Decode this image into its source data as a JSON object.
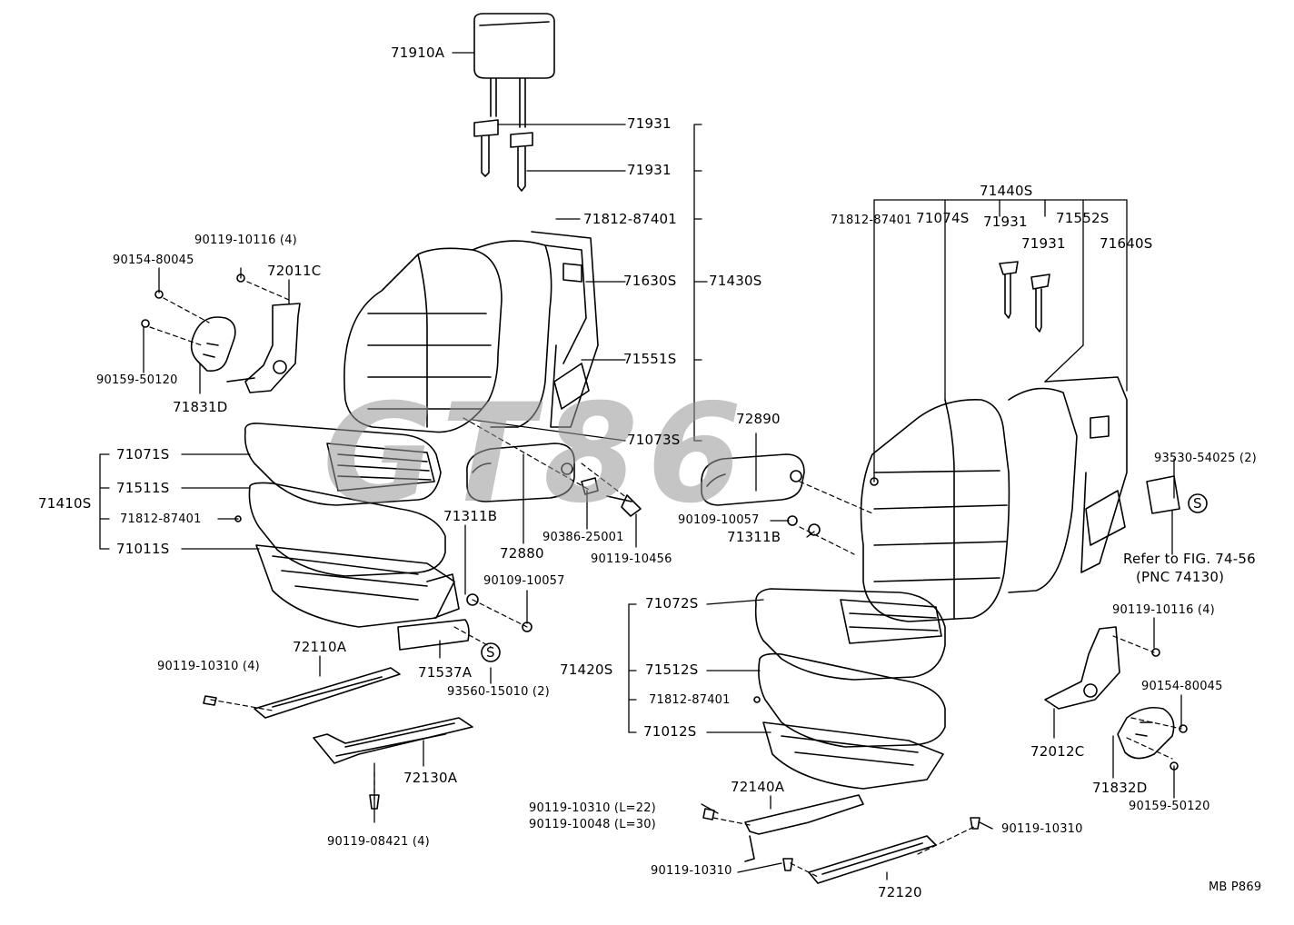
{
  "title": "",
  "labels": {
    "p71910A": "71910A",
    "p71931_a": "71931",
    "p71931_b": "71931",
    "p71812_87401_a": "71812-87401",
    "p71630S": "71630S",
    "p71430S": "71430S",
    "p71551S": "71551S",
    "p71073S": "71073S",
    "p90119_10116_l": "90119-10116 (4)",
    "p90154_80045_l": "90154-80045",
    "p72011C": "72011C",
    "p90159_50120_l": "90159-50120",
    "p71831D": "71831D",
    "p71071S": "71071S",
    "p71511S": "71511S",
    "p71410S": "71410S",
    "p71812_87401_b": "71812-87401",
    "p71011S": "71011S",
    "p71311B_l": "71311B",
    "p72880": "72880",
    "p90386_25001": "90386-25001",
    "p90119_10456": "90119-10456",
    "p90109_10057_l": "90109-10057",
    "p72110A": "72110A",
    "p90119_10310_4": "90119-10310 (4)",
    "p71537A": "71537A",
    "p93560_15010": "93560-15010 (2)",
    "p72130A": "72130A",
    "p90119_08421": "90119-08421 (4)",
    "p71440S": "71440S",
    "p71812_87401_c": "71812-87401",
    "p71074S": "71074S",
    "p71931_c": "71931",
    "p71931_d": "71931",
    "p71552S": "71552S",
    "p71640S": "71640S",
    "p72890": "72890",
    "p90109_10057_r": "90109-10057",
    "p71311B_r": "71311B",
    "p93530_54025": "93530-54025 (2)",
    "refer_line1": "Refer to FIG. 74-56",
    "refer_line2": "(PNC 74130)",
    "p71072S": "71072S",
    "p71420S": "71420S",
    "p71512S": "71512S",
    "p71812_87401_d": "71812-87401",
    "p71012S": "71012S",
    "p90119_10116_r": "90119-10116 (4)",
    "p90154_80045_r": "90154-80045",
    "p72012C": "72012C",
    "p71832D": "71832D",
    "p90159_50120_r": "90159-50120",
    "p72140A": "72140A",
    "p90119_10310_L22": "90119-10310 (L=22)",
    "p90119_10048_L30": "90119-10048 (L=30)",
    "p90119_10310_a": "90119-10310",
    "p90119_10310_b": "90119-10310",
    "p72120": "72120",
    "code": "MB P869",
    "s_mark": "S"
  },
  "watermark": "GT86",
  "colors": {
    "ink": "#000000",
    "watermark": "#9a9a9a"
  }
}
